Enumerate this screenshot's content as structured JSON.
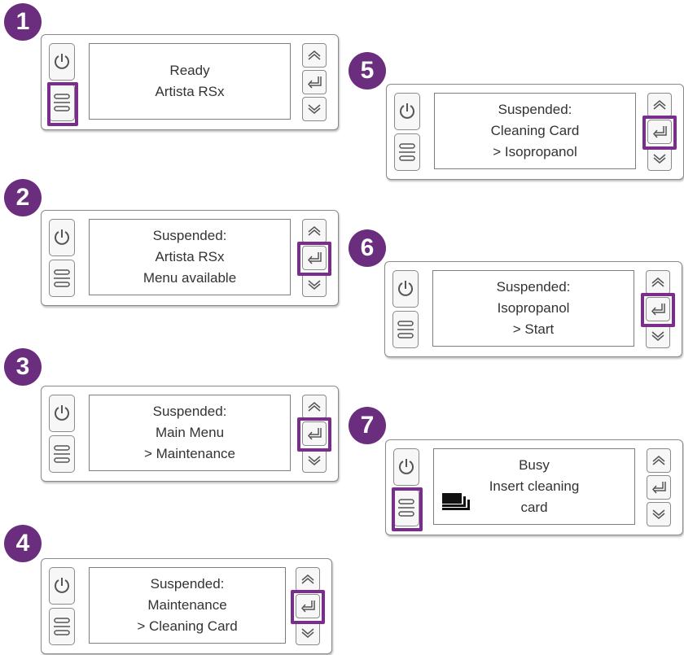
{
  "panels": [
    {
      "step": "1",
      "lines": [
        "Ready",
        "Artista RSx"
      ],
      "highlight": "menu"
    },
    {
      "step": "2",
      "lines": [
        "Suspended:",
        "Artista RSx",
        "Menu available"
      ],
      "highlight": "enter"
    },
    {
      "step": "3",
      "lines": [
        "Suspended:",
        "Main Menu",
        "> Maintenance"
      ],
      "highlight": "enter"
    },
    {
      "step": "4",
      "lines": [
        "Suspended:",
        "Maintenance",
        "> Cleaning Card"
      ],
      "highlight": "enter"
    },
    {
      "step": "5",
      "lines": [
        "Suspended:",
        "Cleaning Card",
        "> Isopropanol"
      ],
      "highlight": "enter"
    },
    {
      "step": "6",
      "lines": [
        "Suspended:",
        "Isopropanol",
        "> Start"
      ],
      "highlight": "enter"
    },
    {
      "step": "7",
      "lines": [
        "Busy",
        "Insert cleaning",
        "card"
      ],
      "highlight": "menu"
    }
  ],
  "icons": {
    "power": "power-icon",
    "menu": "menu-icon",
    "up": "chevron-up-icon",
    "enter": "enter-icon",
    "down": "chevron-down-icon",
    "card": "card-stack-icon"
  },
  "colors": {
    "highlight": "#7a2d8c",
    "badge": "#6b2d7d"
  }
}
